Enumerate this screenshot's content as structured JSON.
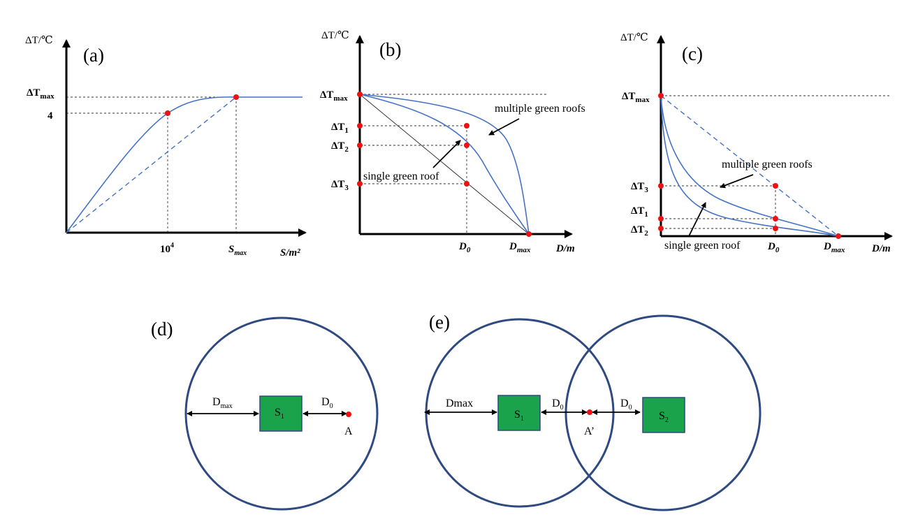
{
  "panels": {
    "a": {
      "label": "(a)",
      "y_axis_label": "ΔT/℃",
      "x_axis_label": "S/m²",
      "y_ticks": [
        "ΔT",
        "max",
        "4"
      ],
      "x_ticks": [
        "10",
        "4",
        "S",
        "max"
      ]
    },
    "b": {
      "label": "(b)",
      "y_axis_label": "ΔT/℃",
      "x_axis_label": "D/m",
      "y_ticks": [
        {
          "main": "ΔT",
          "sub": "max"
        },
        {
          "main": "ΔT",
          "sub": "1"
        },
        {
          "main": "ΔT",
          "sub": "2"
        },
        {
          "main": "ΔT",
          "sub": "3"
        }
      ],
      "x_ticks": [
        {
          "main": "D",
          "sub": "0"
        },
        {
          "main": "D",
          "sub": "max"
        }
      ],
      "annotations": {
        "multiple": "multiple green roofs",
        "single": "single green roof"
      }
    },
    "c": {
      "label": "(c)",
      "y_axis_label": "ΔT/℃",
      "x_axis_label": "D/m",
      "y_ticks": [
        {
          "main": "ΔT",
          "sub": "max"
        },
        {
          "main": "ΔT",
          "sub": "3"
        },
        {
          "main": "ΔT",
          "sub": "1"
        },
        {
          "main": "ΔT",
          "sub": "2"
        }
      ],
      "x_ticks": [
        {
          "main": "D",
          "sub": "0"
        },
        {
          "main": "D",
          "sub": "max"
        }
      ],
      "annotations": {
        "multiple": "multiple green roofs",
        "single": "single green roof"
      }
    },
    "d": {
      "label": "(d)",
      "dmax": {
        "main": "D",
        "sub": "max"
      },
      "d0": {
        "main": "D",
        "sub": "0"
      },
      "roof": {
        "main": "S",
        "sub": "1"
      },
      "point": "A"
    },
    "e": {
      "label": "(e)",
      "dmax": "Dmax",
      "d0_left": {
        "main": "D",
        "sub": "0"
      },
      "d0_right": {
        "main": "D",
        "sub": "0"
      },
      "roof1": {
        "main": "S",
        "sub": "1"
      },
      "roof2": {
        "main": "S",
        "sub": "2"
      },
      "point": "A’"
    }
  },
  "colors": {
    "curve": "#4472c4",
    "point": "#ee1111",
    "circle": "#2f4a80",
    "roof": "#1aa34a"
  }
}
